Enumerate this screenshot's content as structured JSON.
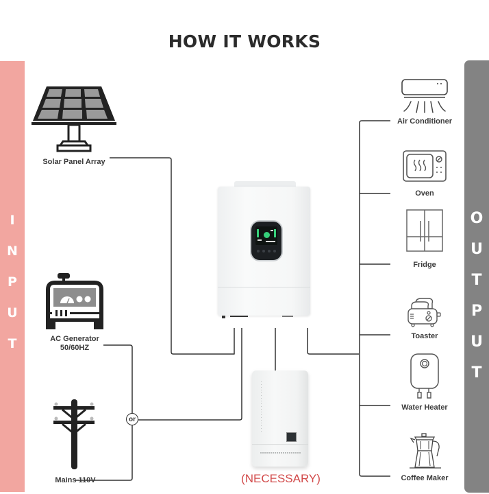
{
  "title": "HOW IT WORKS",
  "input_bar": {
    "label": "INPUT",
    "letters": [
      "I",
      "N",
      "P",
      "U",
      "T"
    ],
    "color": "#f2a6a0"
  },
  "output_bar": {
    "label": "OUTPUT",
    "letters": [
      "O",
      "U",
      "T",
      "P",
      "U",
      "T"
    ],
    "color": "#838383"
  },
  "inputs": [
    {
      "name": "Solar Panel Array",
      "icon": "solar-panel-icon"
    },
    {
      "name": "AC Generator",
      "sub": "50/60HZ",
      "icon": "generator-icon"
    },
    {
      "name": "Mains 110V",
      "icon": "utility-pole-icon"
    }
  ],
  "or_label": "or",
  "center": {
    "inverter": "inverter-icon",
    "battery": "battery-icon",
    "battery_note": "(NECESSARY)",
    "battery_note_color": "#d24a4a"
  },
  "outputs": [
    {
      "name": "Air Conditioner",
      "icon": "air-conditioner-icon"
    },
    {
      "name": "Oven",
      "icon": "microwave-oven-icon"
    },
    {
      "name": "Fridge",
      "icon": "fridge-icon"
    },
    {
      "name": "Toaster",
      "icon": "toaster-icon"
    },
    {
      "name": "Water Heater",
      "icon": "water-heater-icon"
    },
    {
      "name": "Coffee Maker",
      "icon": "coffee-maker-icon"
    }
  ]
}
